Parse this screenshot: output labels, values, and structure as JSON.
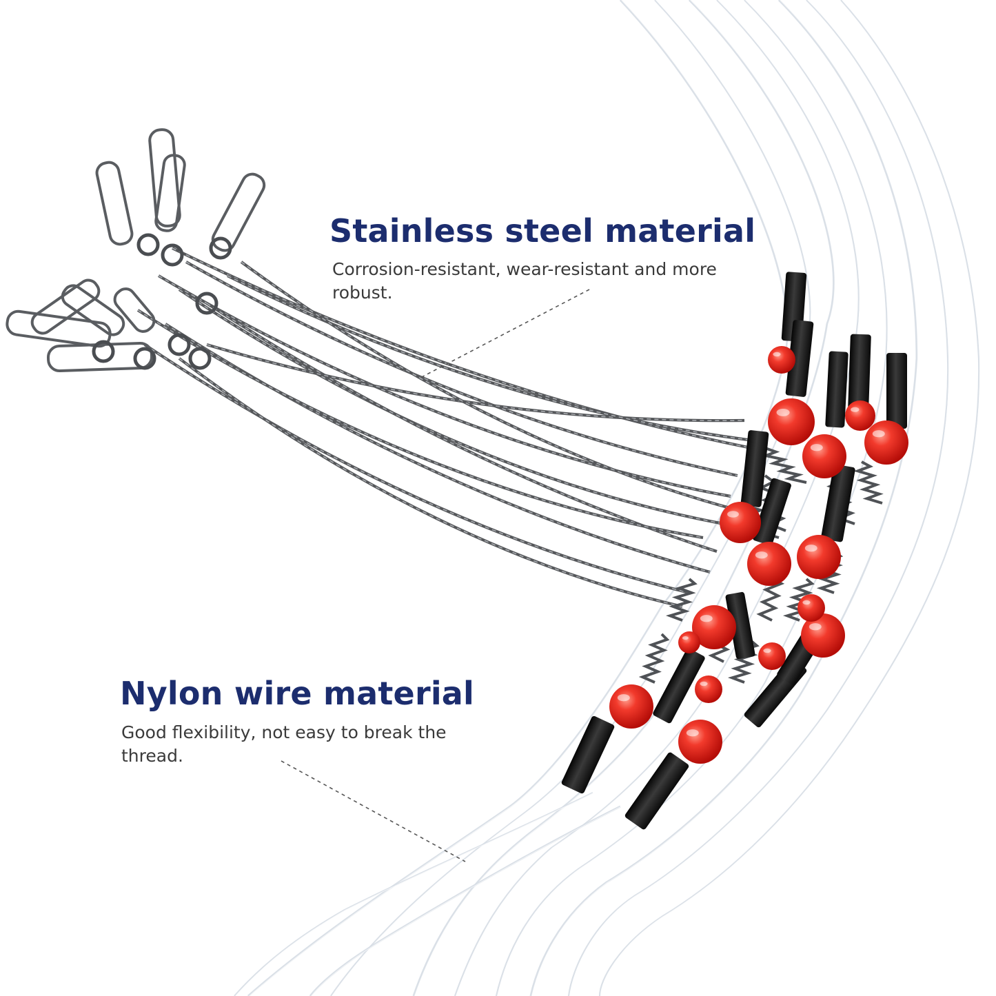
{
  "colors": {
    "title": "#1c2d6e",
    "description": "#3a3a3a",
    "steel_wire": "#55575a",
    "nylon_line": "#d6dde4",
    "bead": "#e8261e",
    "sleeve": "#1a1a1a",
    "background": "#ffffff"
  },
  "features": [
    {
      "title": "Stainless steel material",
      "description": "Corrosion-resistant, wear-resistant and more robust."
    },
    {
      "title": "Nylon wire material",
      "description": "Good flexibility, not easy to break the thread."
    }
  ],
  "product": {
    "parts": [
      "snap-swivel",
      "twisted-steel-leader",
      "spring-coil",
      "red-bead",
      "black-crimp-sleeve",
      "nylon-line"
    ]
  }
}
